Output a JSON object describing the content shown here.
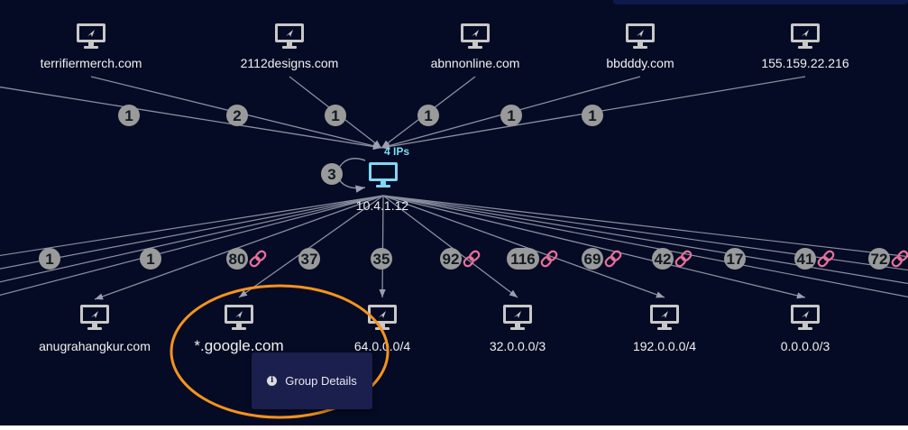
{
  "graph": {
    "center": {
      "label": "10.4.1.12",
      "group_label": "4 IPs",
      "self_loop_count": "3"
    },
    "top_nodes": [
      {
        "label": "terrifiermerch.com"
      },
      {
        "label": "2112designs.com"
      },
      {
        "label": "abnnonline.com"
      },
      {
        "label": "bbdddy.com"
      },
      {
        "label": "155.159.22.216"
      }
    ],
    "top_edge_counts": [
      "1",
      "2",
      "1",
      "1",
      "1",
      "1"
    ],
    "bottom_edge_counts": [
      {
        "count": "1",
        "linked": false
      },
      {
        "count": "1",
        "linked": false
      },
      {
        "count": "80",
        "linked": true
      },
      {
        "count": "37",
        "linked": false
      },
      {
        "count": "35",
        "linked": false
      },
      {
        "count": "92",
        "linked": true
      },
      {
        "count": "116",
        "linked": true
      },
      {
        "count": "69",
        "linked": true
      },
      {
        "count": "42",
        "linked": true
      },
      {
        "count": "17",
        "linked": false
      },
      {
        "count": "41",
        "linked": true
      },
      {
        "count": "72",
        "linked": true
      }
    ],
    "bottom_nodes": [
      {
        "label": "anugrahangkur.com"
      },
      {
        "label": "*.google.com",
        "highlighted": true
      },
      {
        "label": "64.0.0.0/4"
      },
      {
        "label": "32.0.0.0/3"
      },
      {
        "label": "192.0.0.0/4"
      },
      {
        "label": "0.0.0.0/3"
      }
    ]
  },
  "context_menu": {
    "item": "Group Details",
    "icon": "info-icon"
  },
  "colors": {
    "background": "#050b24",
    "center_node": "#7fd8f5",
    "node": "#c8c8c8",
    "badge": "#9a9a9a",
    "link": "#e8709a",
    "highlight": "#f5931e"
  }
}
